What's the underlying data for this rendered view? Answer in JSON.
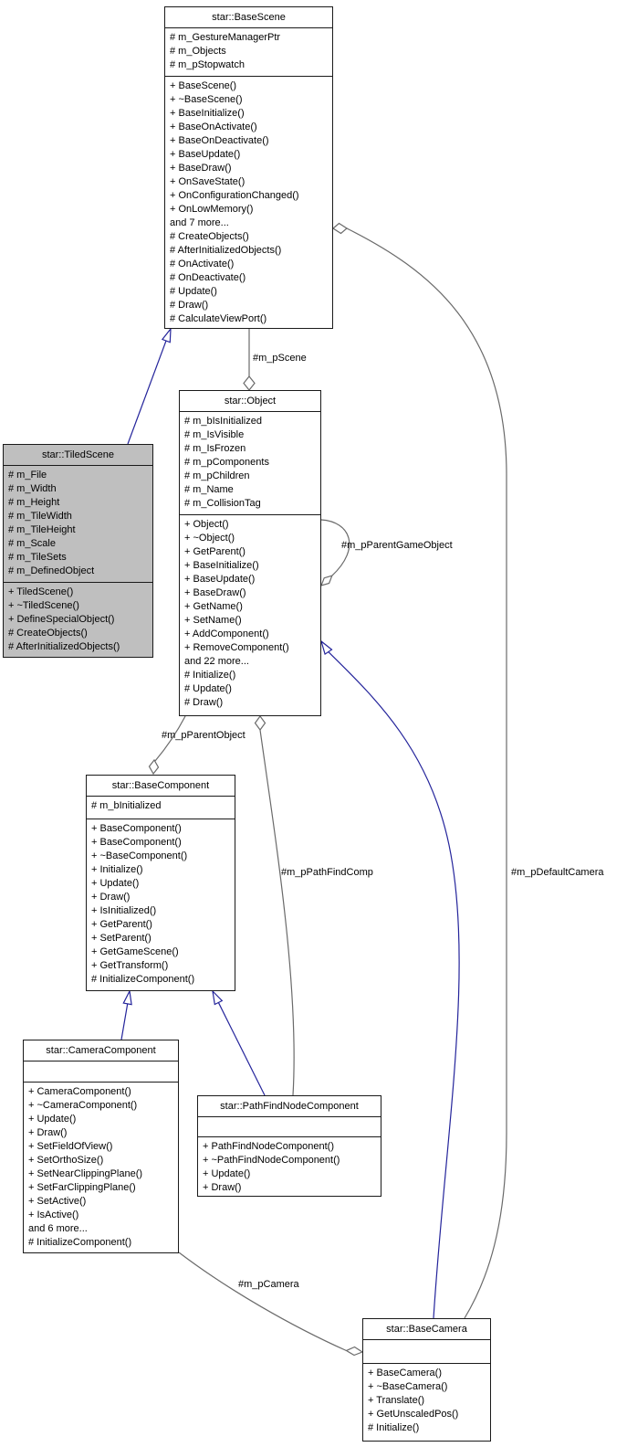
{
  "colors": {
    "class_fill": "#ffffff",
    "highlight_fill": "#bfbfbf",
    "border_color": "#1a1a1a",
    "edge_usage": "#6a6a6a",
    "edge_inheritance": "#24249b",
    "label_color": "#000000"
  },
  "classes": {
    "base_scene": {
      "title": "star::BaseScene",
      "attributes": [
        "# m_GestureManagerPtr",
        "# m_Objects",
        "# m_pStopwatch"
      ],
      "methods": [
        "+ BaseScene()",
        "+ ~BaseScene()",
        "+ BaseInitialize()",
        "+ BaseOnActivate()",
        "+ BaseOnDeactivate()",
        "+ BaseUpdate()",
        "+ BaseDraw()",
        "+ OnSaveState()",
        "+ OnConfigurationChanged()",
        "+ OnLowMemory()",
        "and 7 more...",
        "# CreateObjects()",
        "# AfterInitializedObjects()",
        "# OnActivate()",
        "# OnDeactivate()",
        "# Update()",
        "# Draw()",
        "# CalculateViewPort()"
      ]
    },
    "object": {
      "title": "star::Object",
      "attributes": [
        "# m_bIsInitialized",
        "# m_IsVisible",
        "# m_IsFrozen",
        "# m_pComponents",
        "# m_pChildren",
        "# m_Name",
        "# m_CollisionTag"
      ],
      "methods": [
        "+ Object()",
        "+ ~Object()",
        "+ GetParent()",
        "+ BaseInitialize()",
        "+ BaseUpdate()",
        "+ BaseDraw()",
        "+ GetName()",
        "+ SetName()",
        "+ AddComponent()",
        "+ RemoveComponent()",
        "and 22 more...",
        "# Initialize()",
        "# Update()",
        "# Draw()"
      ]
    },
    "tiled_scene": {
      "title": "star::TiledScene",
      "highlighted": true,
      "attributes": [
        "# m_File",
        "# m_Width",
        "# m_Height",
        "# m_TileWidth",
        "# m_TileHeight",
        "# m_Scale",
        "# m_TileSets",
        "# m_DefinedObject"
      ],
      "methods": [
        "+ TiledScene()",
        "+ ~TiledScene()",
        "+ DefineSpecialObject()",
        "# CreateObjects()",
        "# AfterInitializedObjects()"
      ]
    },
    "base_component": {
      "title": "star::BaseComponent",
      "attributes": [
        "# m_bInitialized"
      ],
      "methods": [
        "+ BaseComponent()",
        "+ BaseComponent()",
        "+ ~BaseComponent()",
        "+ Initialize()",
        "+ Update()",
        "+ Draw()",
        "+ IsInitialized()",
        "+ GetParent()",
        "+ SetParent()",
        "+ GetGameScene()",
        "+ GetTransform()",
        "# InitializeComponent()"
      ]
    },
    "camera_component": {
      "title": "star::CameraComponent",
      "attributes": [],
      "methods": [
        "+ CameraComponent()",
        "+ ~CameraComponent()",
        "+ Update()",
        "+ Draw()",
        "+ SetFieldOfView()",
        "+ SetOrthoSize()",
        "+ SetNearClippingPlane()",
        "+ SetFarClippingPlane()",
        "+ SetActive()",
        "+ IsActive()",
        "and 6 more...",
        "# InitializeComponent()"
      ]
    },
    "path_find_node_component": {
      "title": "star::PathFindNodeComponent",
      "attributes": [],
      "methods": [
        "+ PathFindNodeComponent()",
        "+ ~PathFindNodeComponent()",
        "+ Update()",
        "+ Draw()"
      ]
    },
    "base_camera": {
      "title": "star::BaseCamera",
      "attributes": [],
      "methods": [
        "+ BaseCamera()",
        "+ ~BaseCamera()",
        "+ Translate()",
        "+ GetUnscaledPos()",
        "# Initialize()"
      ]
    }
  },
  "edges": {
    "m_p_scene": {
      "label": "#m_pScene",
      "type": "aggregation",
      "owner": "star::Object",
      "target": "star::BaseScene"
    },
    "m_p_parent_game_object": {
      "label": "#m_pParentGameObject",
      "type": "aggregation",
      "owner": "star::Object",
      "target": "star::Object"
    },
    "m_p_parent_object": {
      "label": "#m_pParentObject",
      "type": "aggregation",
      "owner": "star::BaseComponent",
      "target": "star::Object"
    },
    "m_p_path_find_comp": {
      "label": "#m_pPathFindComp",
      "type": "aggregation",
      "owner": "star::Object",
      "target": "star::PathFindNodeComponent"
    },
    "m_p_default_camera": {
      "label": "#m_pDefaultCamera",
      "type": "aggregation",
      "owner": "star::BaseScene",
      "target": "star::BaseCamera"
    },
    "m_p_camera": {
      "label": "#m_pCamera",
      "type": "aggregation",
      "owner": "star::BaseCamera",
      "target": "star::CameraComponent"
    },
    "inherit_tiled_scene": {
      "type": "inheritance",
      "derived": "star::TiledScene",
      "base": "star::BaseScene"
    },
    "inherit_camera_component": {
      "type": "inheritance",
      "derived": "star::CameraComponent",
      "base": "star::BaseComponent"
    },
    "inherit_path_find_node": {
      "type": "inheritance",
      "derived": "star::PathFindNodeComponent",
      "base": "star::BaseComponent"
    },
    "inherit_base_camera": {
      "type": "inheritance",
      "derived": "star::BaseCamera",
      "base": "star::Object"
    }
  }
}
